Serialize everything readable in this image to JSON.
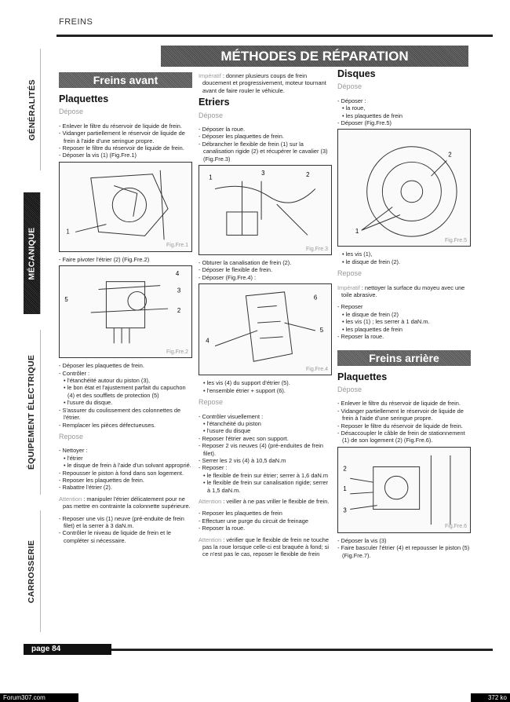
{
  "header": "FREINS",
  "banner": "MÉTHODES DE RÉPARATION",
  "tabs": [
    "GÉNÉRALITÉS",
    "MÉCANIQUE",
    "ÉQUIPEMENT ÉLECTRIQUE",
    "CARROSSERIE"
  ],
  "footer": {
    "page": "page 84",
    "site": "Forum307.com",
    "size": "372 ko"
  },
  "col1": {
    "section": "Freins avant",
    "title": "Plaquettes",
    "depose": "Dépose",
    "d1": [
      "- Enlever le filtre du réservoir de liquide de frein.",
      "- Vidanger partiellement le réservoir de liquide de frein à l'aide d'une seringue propre.",
      "- Reposer le filtre du réservoir de liquide de frein.",
      "- Déposer la vis (1) (Fig.Fre.1)"
    ],
    "fig1": "Fig.Fre.1",
    "d2": "- Faire pivoter l'étrier (2) (Fig.Fre.2)",
    "fig2": "Fig.Fre.2",
    "d3": [
      "- Déposer les plaquettes de frein.",
      "- Contrôler :"
    ],
    "d3s": [
      "• l'étanchéité autour du piston (3),",
      "• le bon état et l'ajustement parfait du capuchon (4) et des soufflets de protection (5)",
      "• l'usure du disque."
    ],
    "d4": [
      "- S'assurer du coulissement des colonnettes de l'étrier.",
      "- Remplacer les pièces défectueuses."
    ],
    "repose": "Repose",
    "r1": "- Nettoyer :",
    "r1s": [
      "• l'étrier",
      "• le disque de frein à l'aide d'un solvant approprié."
    ],
    "r2": [
      "- Repousser le piston à fond dans son logement.",
      "- Reposer les plaquettes de frein.",
      "- Rabattre l'étrier (2)."
    ],
    "att_label": "Attention",
    "att": " : manipuler l'étrier délicatement pour ne pas mettre en contrainte la colonnette supérieure.",
    "r3": [
      "- Reposer une vis (1) neuve (pré-enduite de frein filet) et la serrer à 3 daN.m.",
      "- Contrôler le niveau de liquide de frein et le compléter si nécessaire."
    ]
  },
  "col2": {
    "imp_label": "Impératif",
    "imp": " : donner plusieurs coups de frein doucement et progressivement, moteur tournant avant de faire rouler le véhicule.",
    "title": "Etriers",
    "depose": "Dépose",
    "d1": [
      "- Déposer la roue.",
      "- Déposer les plaquettes de frein.",
      "- Débrancher le flexible de frein (1) sur la canalisation rigide (2) et récupérer le cavalier (3) (Fig.Fre.3)"
    ],
    "fig3": "Fig.Fre.3",
    "d2": [
      "- Obturer la canalisation de frein (2).",
      "- Déposer le flexible de frein.",
      "- Déposer (Fig.Fre.4) :"
    ],
    "fig4": "Fig.Fre.4",
    "d2s": [
      "• les vis (4) du support d'étrier (5).",
      "• l'ensemble étrier + support (6)."
    ],
    "repose": "Repose",
    "r1": "- Contrôler visuellement :",
    "r1s": [
      "• l'étanchéité du piston",
      "• l'usure du disque"
    ],
    "r2": [
      "- Reposer l'étrier avec son support.",
      "- Reposer 2 vis neuves (4) (pré-enduites de frein filet).",
      "- Serrer les 2 vis (4) à 10,5 daN.m",
      "- Reposer :"
    ],
    "r2s": [
      "• le flexible de frein sur étrier; serrer à 1,6 daN.m",
      "• le flexible de frein sur canalisation rigide; serrer à 1,5 daN.m."
    ],
    "att1_label": "Attention",
    "att1": " : veiller à ne pas vriller le flexible de frein.",
    "r3": [
      "- Reposer les plaquettes de frein",
      "- Effectuer une purge du circuit de freinage",
      "- Reposer la roue."
    ],
    "att2_label": "Attention",
    "att2": " : vérifier que le flexible de frein ne touche pas la roue lorsque celle-ci est braquée à fond; si ce n'est pas le cas, reposer le flexible de frein"
  },
  "col3": {
    "title": "Disques",
    "depose": "Dépose",
    "d1": "- Déposer :",
    "d1s": [
      "• la roue,",
      "• les plaquettes de frein"
    ],
    "d2": "- Déposer (Fig.Fre.5)",
    "fig5": "Fig.Fre.5",
    "d2s": [
      "• les vis (1),",
      "• le disque de frein (2)."
    ],
    "repose": "Repose",
    "imp_label": "Impératif",
    "imp": " : nettoyer la surface du moyeu avec une toile abrasive.",
    "r1": "- Reposer",
    "r1s": [
      "• le disque de frein (2)",
      "• les vis (1) ; les serrer à 1 daN.m.",
      "• les plaquettes de frein"
    ],
    "r2": "- Reposer la roue.",
    "section": "Freins arrière",
    "title2": "Plaquettes",
    "depose2": "Dépose",
    "d3": [
      "- Enlever le filtre du réservoir de liquide de frein.",
      "- Vidanger partiellement le réservoir de liquide de frein à l'aide d'une seringue propre.",
      "- Reposer le filtre du réservoir de liquide de frein.",
      "- Désaccoupler le câble de frein de stationnement (1) de son logement (2) (Fig.Fre.6)."
    ],
    "fig6": "Fig.Fre.6",
    "d4": [
      "- Déposer la vis (3)",
      "- Faire basculer l'étrier (4) et repousser le piston (5) (Fig.Fre.7)."
    ]
  }
}
